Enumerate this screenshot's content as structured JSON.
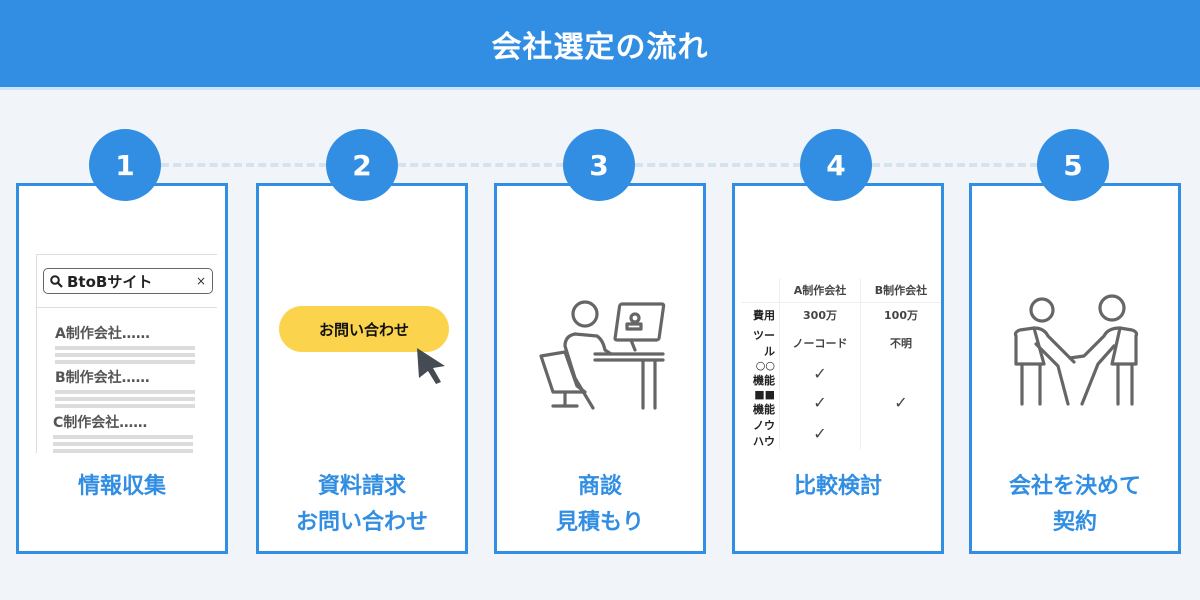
{
  "header": {
    "title": "会社選定の流れ"
  },
  "colors": {
    "accent": "#318ee2",
    "background": "#f1f5f9",
    "cta_yellow": "#fcd34d",
    "icon_gray": "#6b6b6b"
  },
  "steps": [
    {
      "number": "1",
      "label": "情報収集",
      "label_lines": [
        "情報収集"
      ]
    },
    {
      "number": "2",
      "label": "資料請求 お問い合わせ",
      "label_lines": [
        "資料請求",
        "お問い合わせ"
      ]
    },
    {
      "number": "3",
      "label": "商談 見積もり",
      "label_lines": [
        "商談",
        "見積もり"
      ]
    },
    {
      "number": "4",
      "label": "比較検討",
      "label_lines": [
        "比較検討"
      ]
    },
    {
      "number": "5",
      "label": "会社を決めて 契約",
      "label_lines": [
        "会社を決めて",
        "契約"
      ]
    }
  ],
  "search_mock": {
    "icon": "search-icon",
    "query": "BtoBサイト",
    "clear": "×",
    "results": [
      "A制作会社……",
      "B制作会社……",
      "C制作会社……"
    ]
  },
  "cta_mock": {
    "button_label": "お問い合わせ",
    "cursor_icon": "cursor-arrow-icon"
  },
  "meeting_icon": "person-at-computer-icon",
  "contract_icon": "handshake-icon",
  "comparison": {
    "columns": [
      "",
      "A制作会社",
      "B制作会社"
    ],
    "rows": [
      {
        "label": "費用",
        "a": "300万",
        "b": "100万"
      },
      {
        "label": "ツール",
        "a": "ノーコード",
        "b": "不明"
      },
      {
        "label": "○○機能",
        "a": "✓",
        "b": ""
      },
      {
        "label": "■■機能",
        "a": "✓",
        "b": "✓"
      },
      {
        "label": "ノウハウ",
        "a": "✓",
        "b": ""
      }
    ]
  }
}
